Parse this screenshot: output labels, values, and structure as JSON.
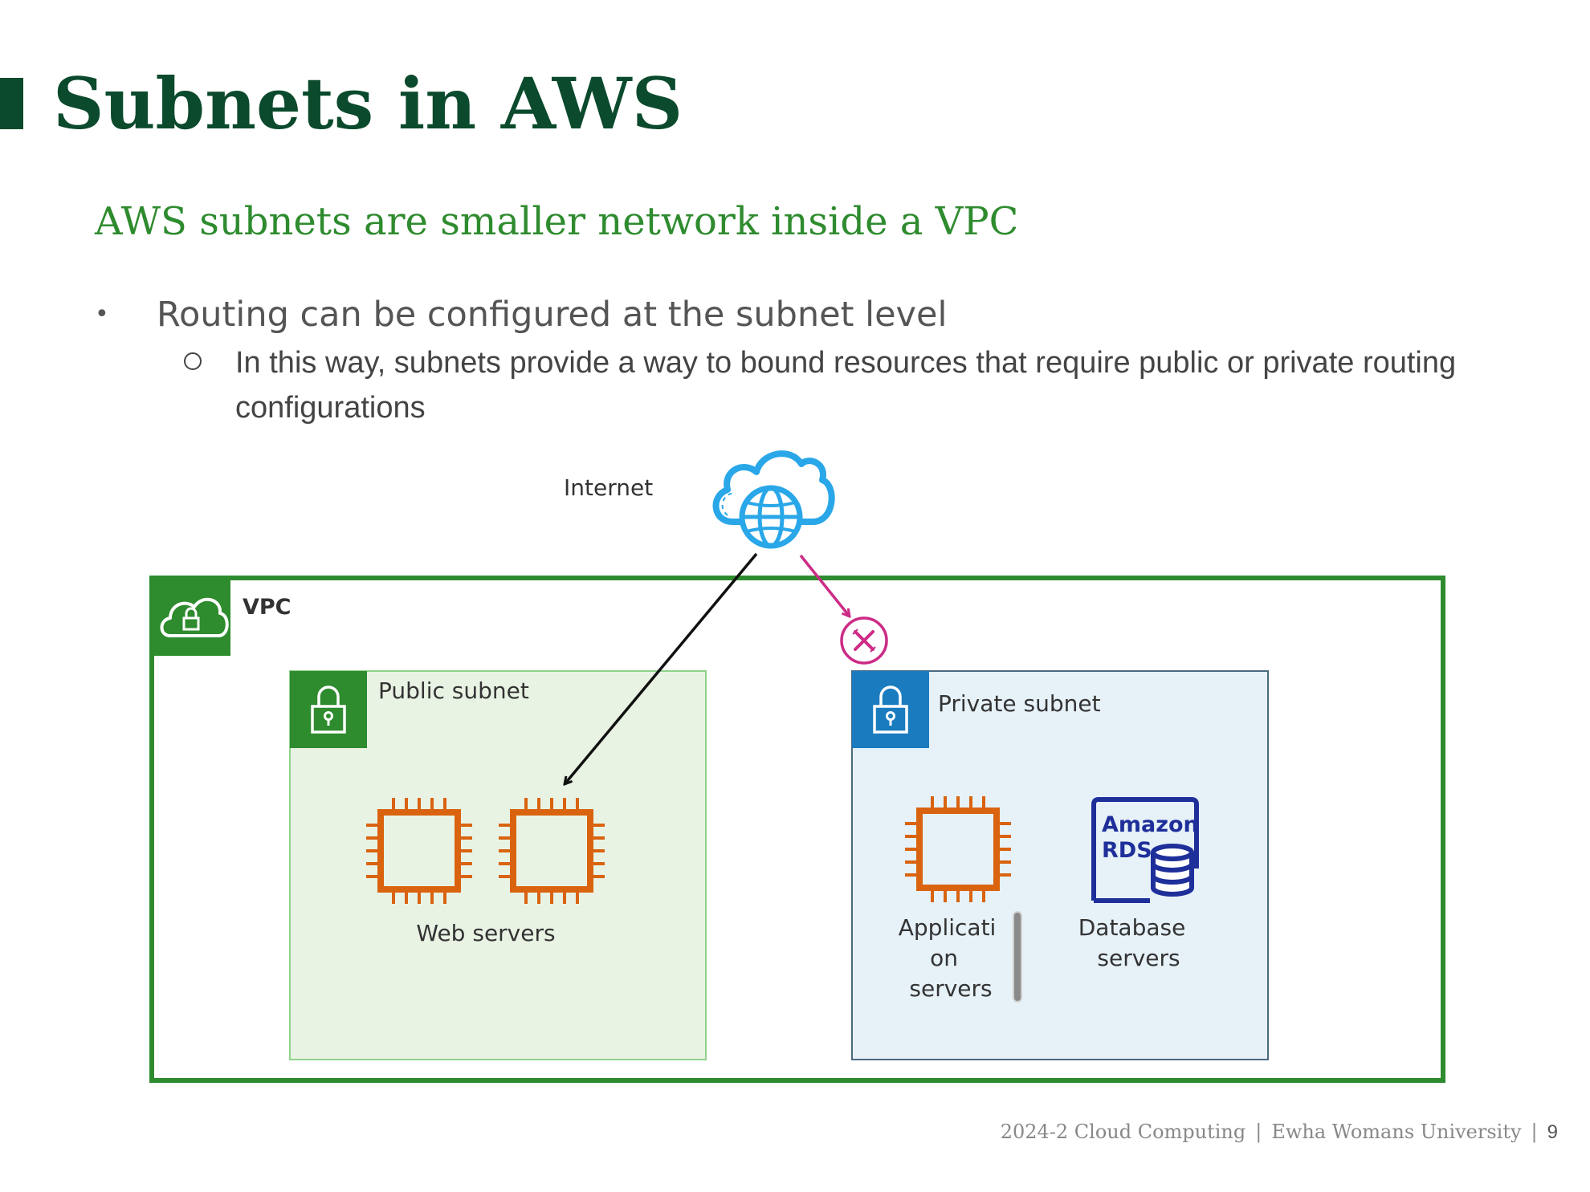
{
  "slide": {
    "title": "Subnets in AWS",
    "subtitle": "AWS subnets are smaller network inside a VPC",
    "bullets": [
      {
        "text": "Routing can be configured at the subnet level",
        "sub": [
          "In this way, subnets provide a way to bound resources that require public or private routing configurations"
        ]
      }
    ]
  },
  "diagram": {
    "internet_label": "Internet",
    "vpc_label": "VPC",
    "public_subnet_label": "Public subnet",
    "private_subnet_label": "Private subnet",
    "web_servers_label": "Web servers",
    "application_servers_lines": [
      "Applicati",
      "on",
      "servers"
    ],
    "database_servers_lines": [
      "Database",
      "servers"
    ],
    "rds_logo_lines": [
      "Amazon",
      "RDS"
    ],
    "icons": [
      "cloud-globe-icon",
      "cloud-lock-icon",
      "padlock-icon",
      "ec2-chip-icon",
      "rds-database-icon",
      "blocked-x-icon"
    ],
    "colors": {
      "vpc_border": "#2e8b2e",
      "public_fill": "#e9f3e4",
      "private_fill": "#e6f1f8",
      "private_header": "#1a7bbf",
      "chip": "#d9630f",
      "rds": "#1f2f9a",
      "blocked": "#cc2b86",
      "internet": "#29a7e8"
    }
  },
  "footer": {
    "course": "2024-2 Cloud Computing",
    "university": "Ewha Womans University",
    "page": "9"
  }
}
